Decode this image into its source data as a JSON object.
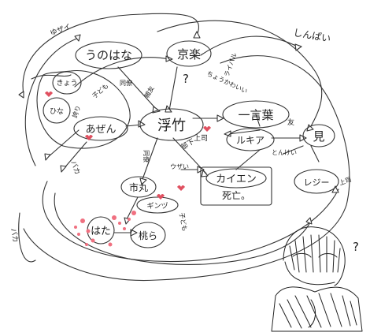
{
  "nodes": {
    "unohana": "うのはな",
    "kyoraku": "京楽",
    "ukitake": "浮竹",
    "ichigo": "一言葉",
    "rukia": "ルキア",
    "ken": "見",
    "kaien": "カイエン",
    "kaien_note": "死亡。",
    "ichimaru": "市丸",
    "aizen": "あぜん",
    "kyo": "きょう",
    "hina": "ひな",
    "gin_tag": "ギンヅ",
    "hanataro": "はた",
    "momo": "桃ら",
    "right_node": "レジー"
  },
  "labels": {
    "top_left": "ゆザイ",
    "top_right": "しんぱい",
    "douki1": "同僚",
    "douki2": "同僚",
    "kodomo1": "子ども",
    "kodomo2": "子ども",
    "buka": "部下",
    "jouji": "上司",
    "tomodachi": "友",
    "uzai": "ウザい",
    "cho_kawaii": "ちょうかわいい",
    "rival": "ライバル",
    "tokei": "とんけい",
    "baka_series": "バカ",
    "baka_left": "バカ",
    "question": "?",
    "question2": "?",
    "shinyuu": "親友",
    "hokori": "誇り",
    "kamisama": "上司"
  }
}
